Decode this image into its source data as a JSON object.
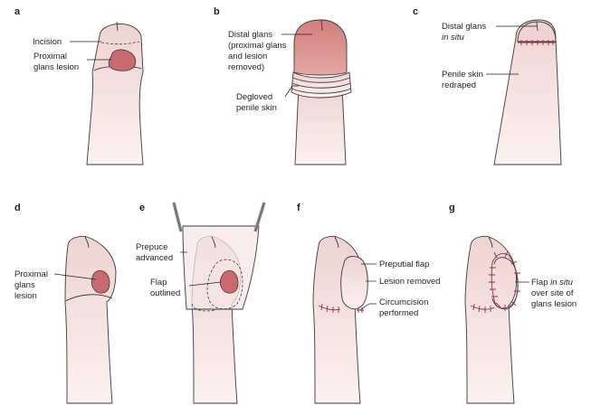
{
  "panels": {
    "a": {
      "label": "a",
      "annotations": {
        "incision": "Incision",
        "lesion_line1": "Proximal",
        "lesion_line2": "glans lesion"
      }
    },
    "b": {
      "label": "b",
      "annotations": {
        "distal_line1": "Distal glans",
        "distal_line2": "(proximal glans",
        "distal_line3": "and lesion",
        "distal_line4": "removed)",
        "degloved_line1": "Degloved",
        "degloved_line2": "penile skin"
      }
    },
    "c": {
      "label": "c",
      "annotations": {
        "distal_line1": "Distal glans",
        "distal_line2": "in situ",
        "skin_line1": "Penile skin",
        "skin_line2": "redraped"
      }
    },
    "d": {
      "label": "d",
      "annotations": {
        "lesion_line1": "Proximal",
        "lesion_line2": "glans",
        "lesion_line3": "lesion"
      }
    },
    "e": {
      "label": "e",
      "annotations": {
        "prepuce_line1": "Prepuce",
        "prepuce_line2": "advanced",
        "flap_line1": "Flap",
        "flap_line2": "outlined"
      }
    },
    "f": {
      "label": "f",
      "annotations": {
        "flap": "Preputial flap",
        "lesion_removed": "Lesion removed",
        "circ_line1": "Circumcision",
        "circ_line2": "performed"
      }
    },
    "g": {
      "label": "g",
      "annotations": {
        "flap_line1_a": "Flap ",
        "flap_line1_b": "in situ",
        "flap_line2": "over site of",
        "flap_line3": "glans lesion"
      }
    }
  },
  "colors": {
    "skin_top": "#efd3d2",
    "skin_bottom": "#fbf1f0",
    "lesion": "#c96b6e",
    "distal_glans": "#d98f8c",
    "suture": "#8a2f47",
    "instrument": "#8c8c8c"
  }
}
